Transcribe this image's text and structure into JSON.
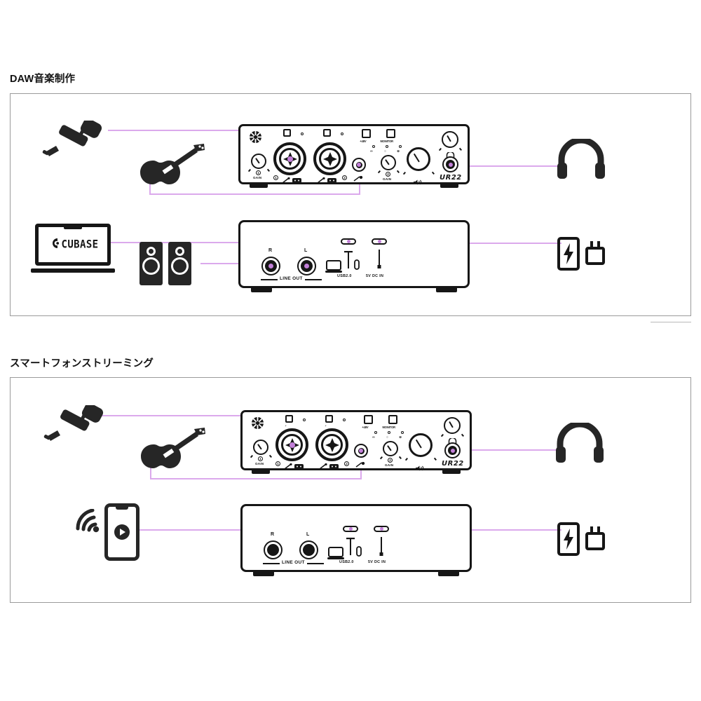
{
  "document": {
    "type": "connection-diagram",
    "sections": [
      {
        "id": "daw",
        "title": "DAW音楽制作",
        "devices": {
          "microphone": "microphone-icon",
          "guitar": "electric-guitar-icon",
          "headphones": "headphones-icon",
          "computer": "CUBASE",
          "speakers": "studio-monitor-speakers",
          "power": "power-adapter-icon"
        }
      },
      {
        "id": "smartphone",
        "title": "スマートフォンストリーミング",
        "devices": {
          "microphone": "microphone-icon",
          "guitar": "electric-guitar-icon",
          "headphones": "headphones-icon",
          "smartphone": "smartphone-streaming-icon",
          "wireless": "wireless-signal-icon",
          "power": "power-adapter-icon"
        }
      }
    ]
  },
  "interface": {
    "brand": "UR22",
    "front": {
      "logo": "steinberg-logo",
      "pad_switch_1": "",
      "pad_switch_2": "",
      "phantom_label": "+48V",
      "monitor_label": "MONITOR",
      "gain_1_label": "GAIN",
      "gain_1_number": "1",
      "gain_2_label": "GAIN",
      "gain_2_number": "2",
      "input_1_number": "1",
      "input_2_number": "2",
      "output_icon": "speaker-volume-icon",
      "phones_icon": "headphone-icon",
      "led_left": "peak-led-left",
      "led_center": "usb-led",
      "led_right": "peak-led-right"
    },
    "rear": {
      "line_out_r": "R",
      "line_out_l": "L",
      "line_out_label": "LINE OUT",
      "usb_label": "USB2.0",
      "dc_label": "5V DC IN",
      "usb_device_icon": "laptop-icon",
      "dc_device_icon": "power-plug-icon"
    }
  },
  "colors": {
    "wire": "#dba9ec",
    "hotspot": "#c27fd8",
    "outline": "#161616",
    "panel_border": "#9a9a9a",
    "background": "#ffffff"
  }
}
